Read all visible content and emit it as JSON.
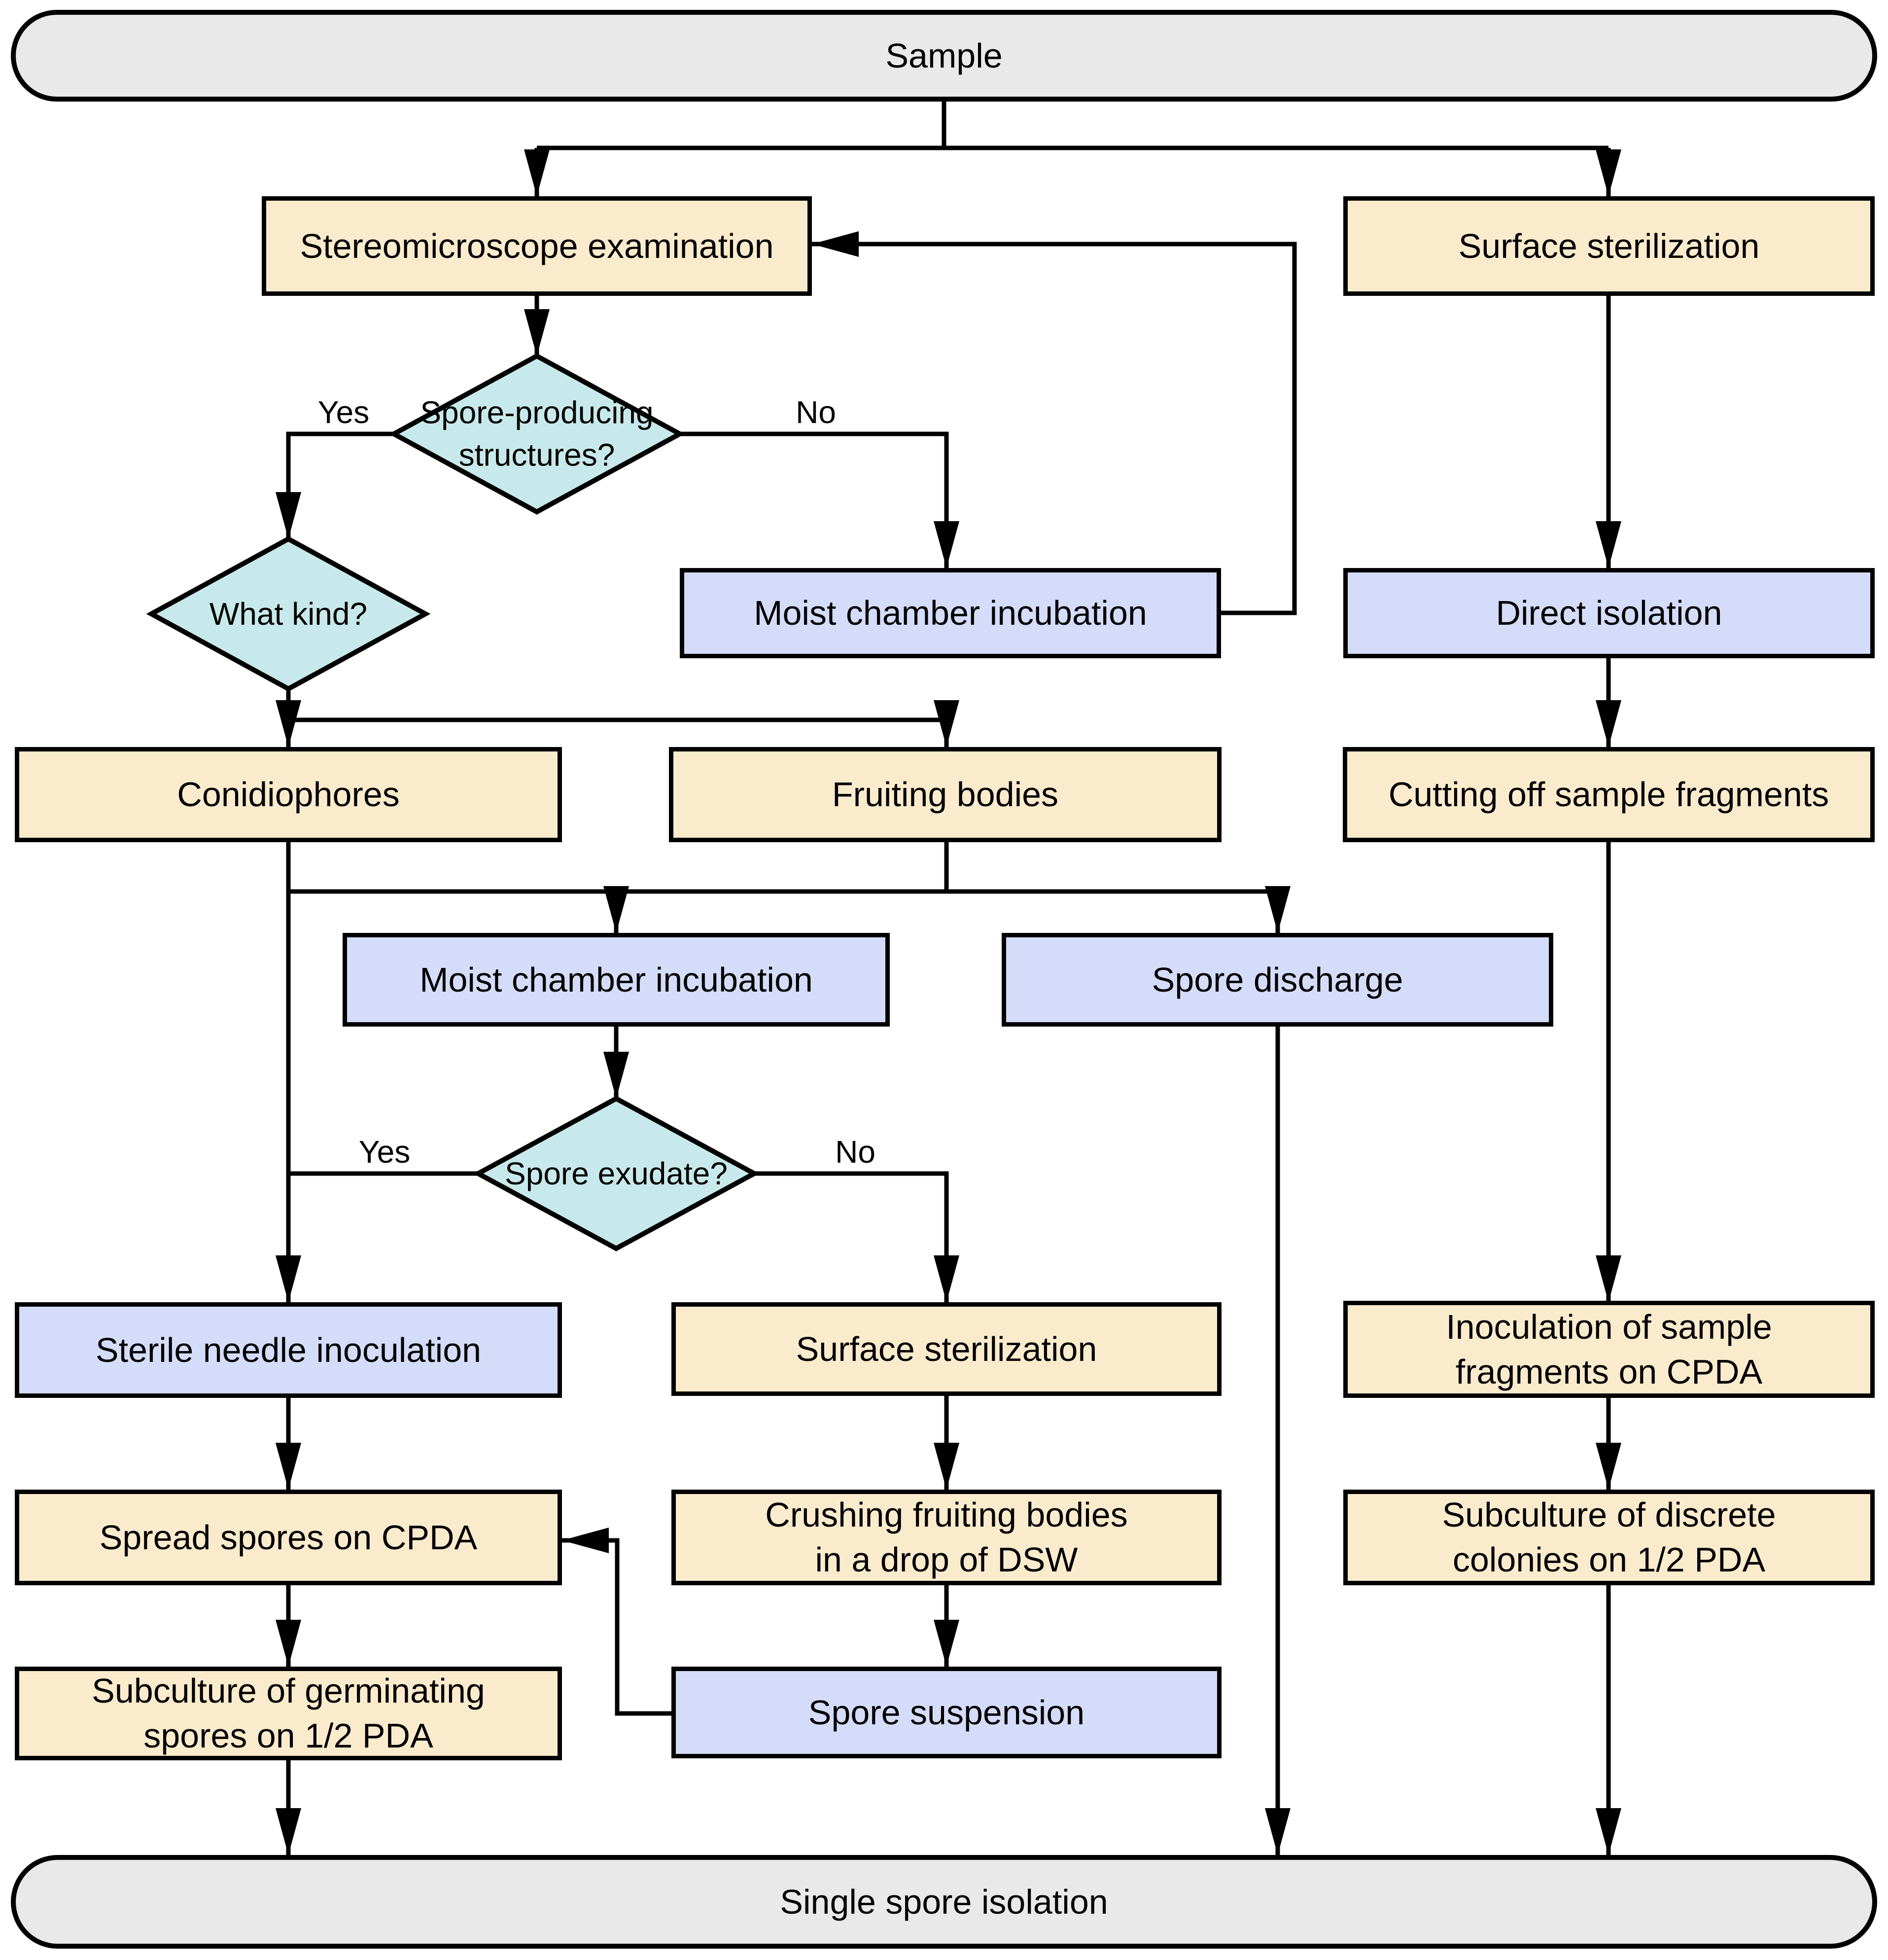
{
  "diagram": {
    "terminals": {
      "start": "Sample",
      "end": "Single spore isolation"
    },
    "decisions": {
      "spore_structures": "Spore-producing\nstructures?",
      "what_kind": "What kind?",
      "spore_exudate": "Spore exudate?"
    },
    "branch_labels": {
      "structures_yes": "Yes",
      "structures_no": "No",
      "exudate_yes": "Yes",
      "exudate_no": "No"
    },
    "processes": {
      "stereomicroscope": "Stereomicroscope examination",
      "surface_sterilization_top": "Surface sterilization",
      "moist_chamber_1": "Moist chamber incubation",
      "direct_isolation": "Direct isolation",
      "conidiophores": "Conidiophores",
      "fruiting_bodies": "Fruiting bodies",
      "cutting_fragments": "Cutting off sample fragments",
      "moist_chamber_2": "Moist chamber incubation",
      "spore_discharge": "Spore discharge",
      "sterile_needle": "Sterile needle inoculation",
      "surface_sterilization_mid": "Surface sterilization",
      "inoculation_cpda": "Inoculation of sample\nfragments on CPDA",
      "spread_spores": "Spread spores on CPDA",
      "crushing_bodies": "Crushing fruiting bodies\nin a drop of DSW",
      "subculture_discrete": "Subculture of discrete\ncolonies on 1/2 PDA",
      "subculture_germinating": "Subculture of germinating\nspores on 1/2 PDA",
      "spore_suspension": "Spore suspension"
    },
    "colors": {
      "process_fill": "#FBEBCD",
      "incubation_fill": "#D4DCF9",
      "decision_fill": "#C8E9EB",
      "terminal_fill": "#E9E9E9",
      "line_color": "#000000"
    }
  }
}
